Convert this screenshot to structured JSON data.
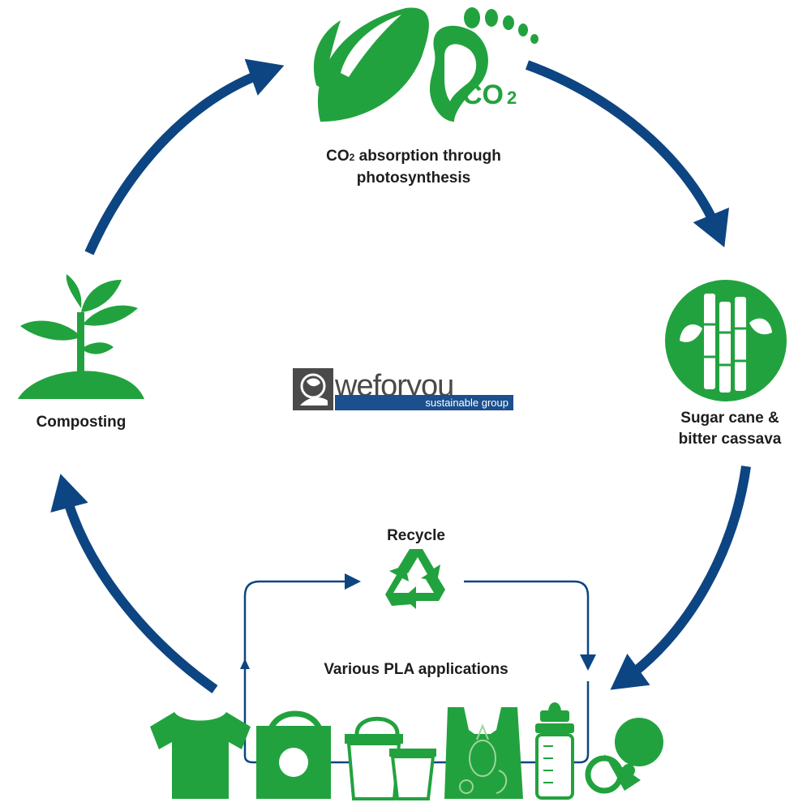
{
  "colors": {
    "green": "#22a23e",
    "arrow_blue": "#0d4582",
    "logo_gray": "#4a4a4a",
    "logo_blue": "#1c4f8e"
  },
  "nodes": {
    "co2": {
      "line1_prefix": "CO",
      "line1_sub": "2",
      "line1_rest": " absorption through",
      "line2": "photosynthesis",
      "icon": "leaf-footprint-icon",
      "icon_text": "CO",
      "icon_sub": "2"
    },
    "crops": {
      "line1": "Sugar cane &",
      "line2": "bitter cassava",
      "icon": "sugar-cane-icon"
    },
    "composting": {
      "label": "Composting",
      "icon": "sprout-icon"
    },
    "recycle": {
      "label": "Recycle",
      "icon": "recycle-icon"
    },
    "applications": {
      "label": "Various PLA applications",
      "icons": [
        "t-shirt-icon",
        "tote-bag-icon",
        "cups-icon",
        "shopping-bag-icon",
        "baby-bottle-icon",
        "pacifier-icon"
      ]
    }
  },
  "logo": {
    "word_we": "we",
    "word_for": "for",
    "word_you": "you",
    "tagline": "sustainable group"
  }
}
